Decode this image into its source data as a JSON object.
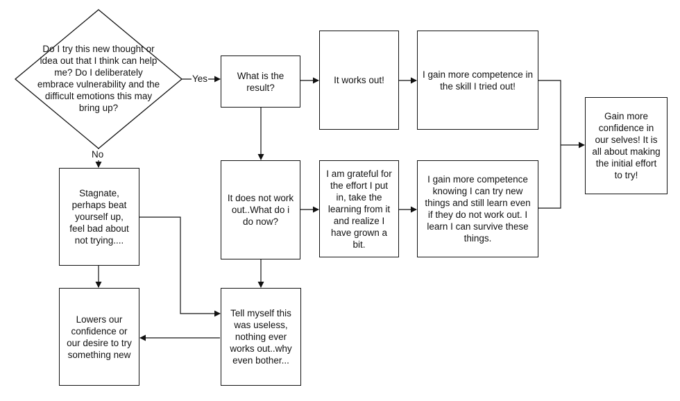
{
  "nodes": {
    "decision": "Do I try this new thought or idea out that I think can help me? Do I deliberately embrace vulnerability and the difficult emotions this may bring up?",
    "result": "What is the result?",
    "works_out": "It works out!",
    "competence_skill": "I gain more competence in the skill I tried out!",
    "confidence": "Gain more confidence in our selves! It is all about making the initial effort to try!",
    "not_work": "It does not work out..What do i do now?",
    "grateful": "I am grateful for the effort I put in, take the learning from it and realize I have grown a bit.",
    "competence_try": "I gain more competence knowing I can try new things and still learn even if they do not work out. I learn I can survive these things.",
    "stagnate": "Stagnate, perhaps beat yourself up, feel bad about not trying....",
    "lowers": "Lowers our confidence or our desire to try something new",
    "useless": "Tell myself this was useless, nothing ever works out..why even bother..."
  },
  "edges": {
    "yes_label": "Yes",
    "no_label": "No"
  },
  "colors": {
    "line": "#111111",
    "background": "#ffffff"
  }
}
